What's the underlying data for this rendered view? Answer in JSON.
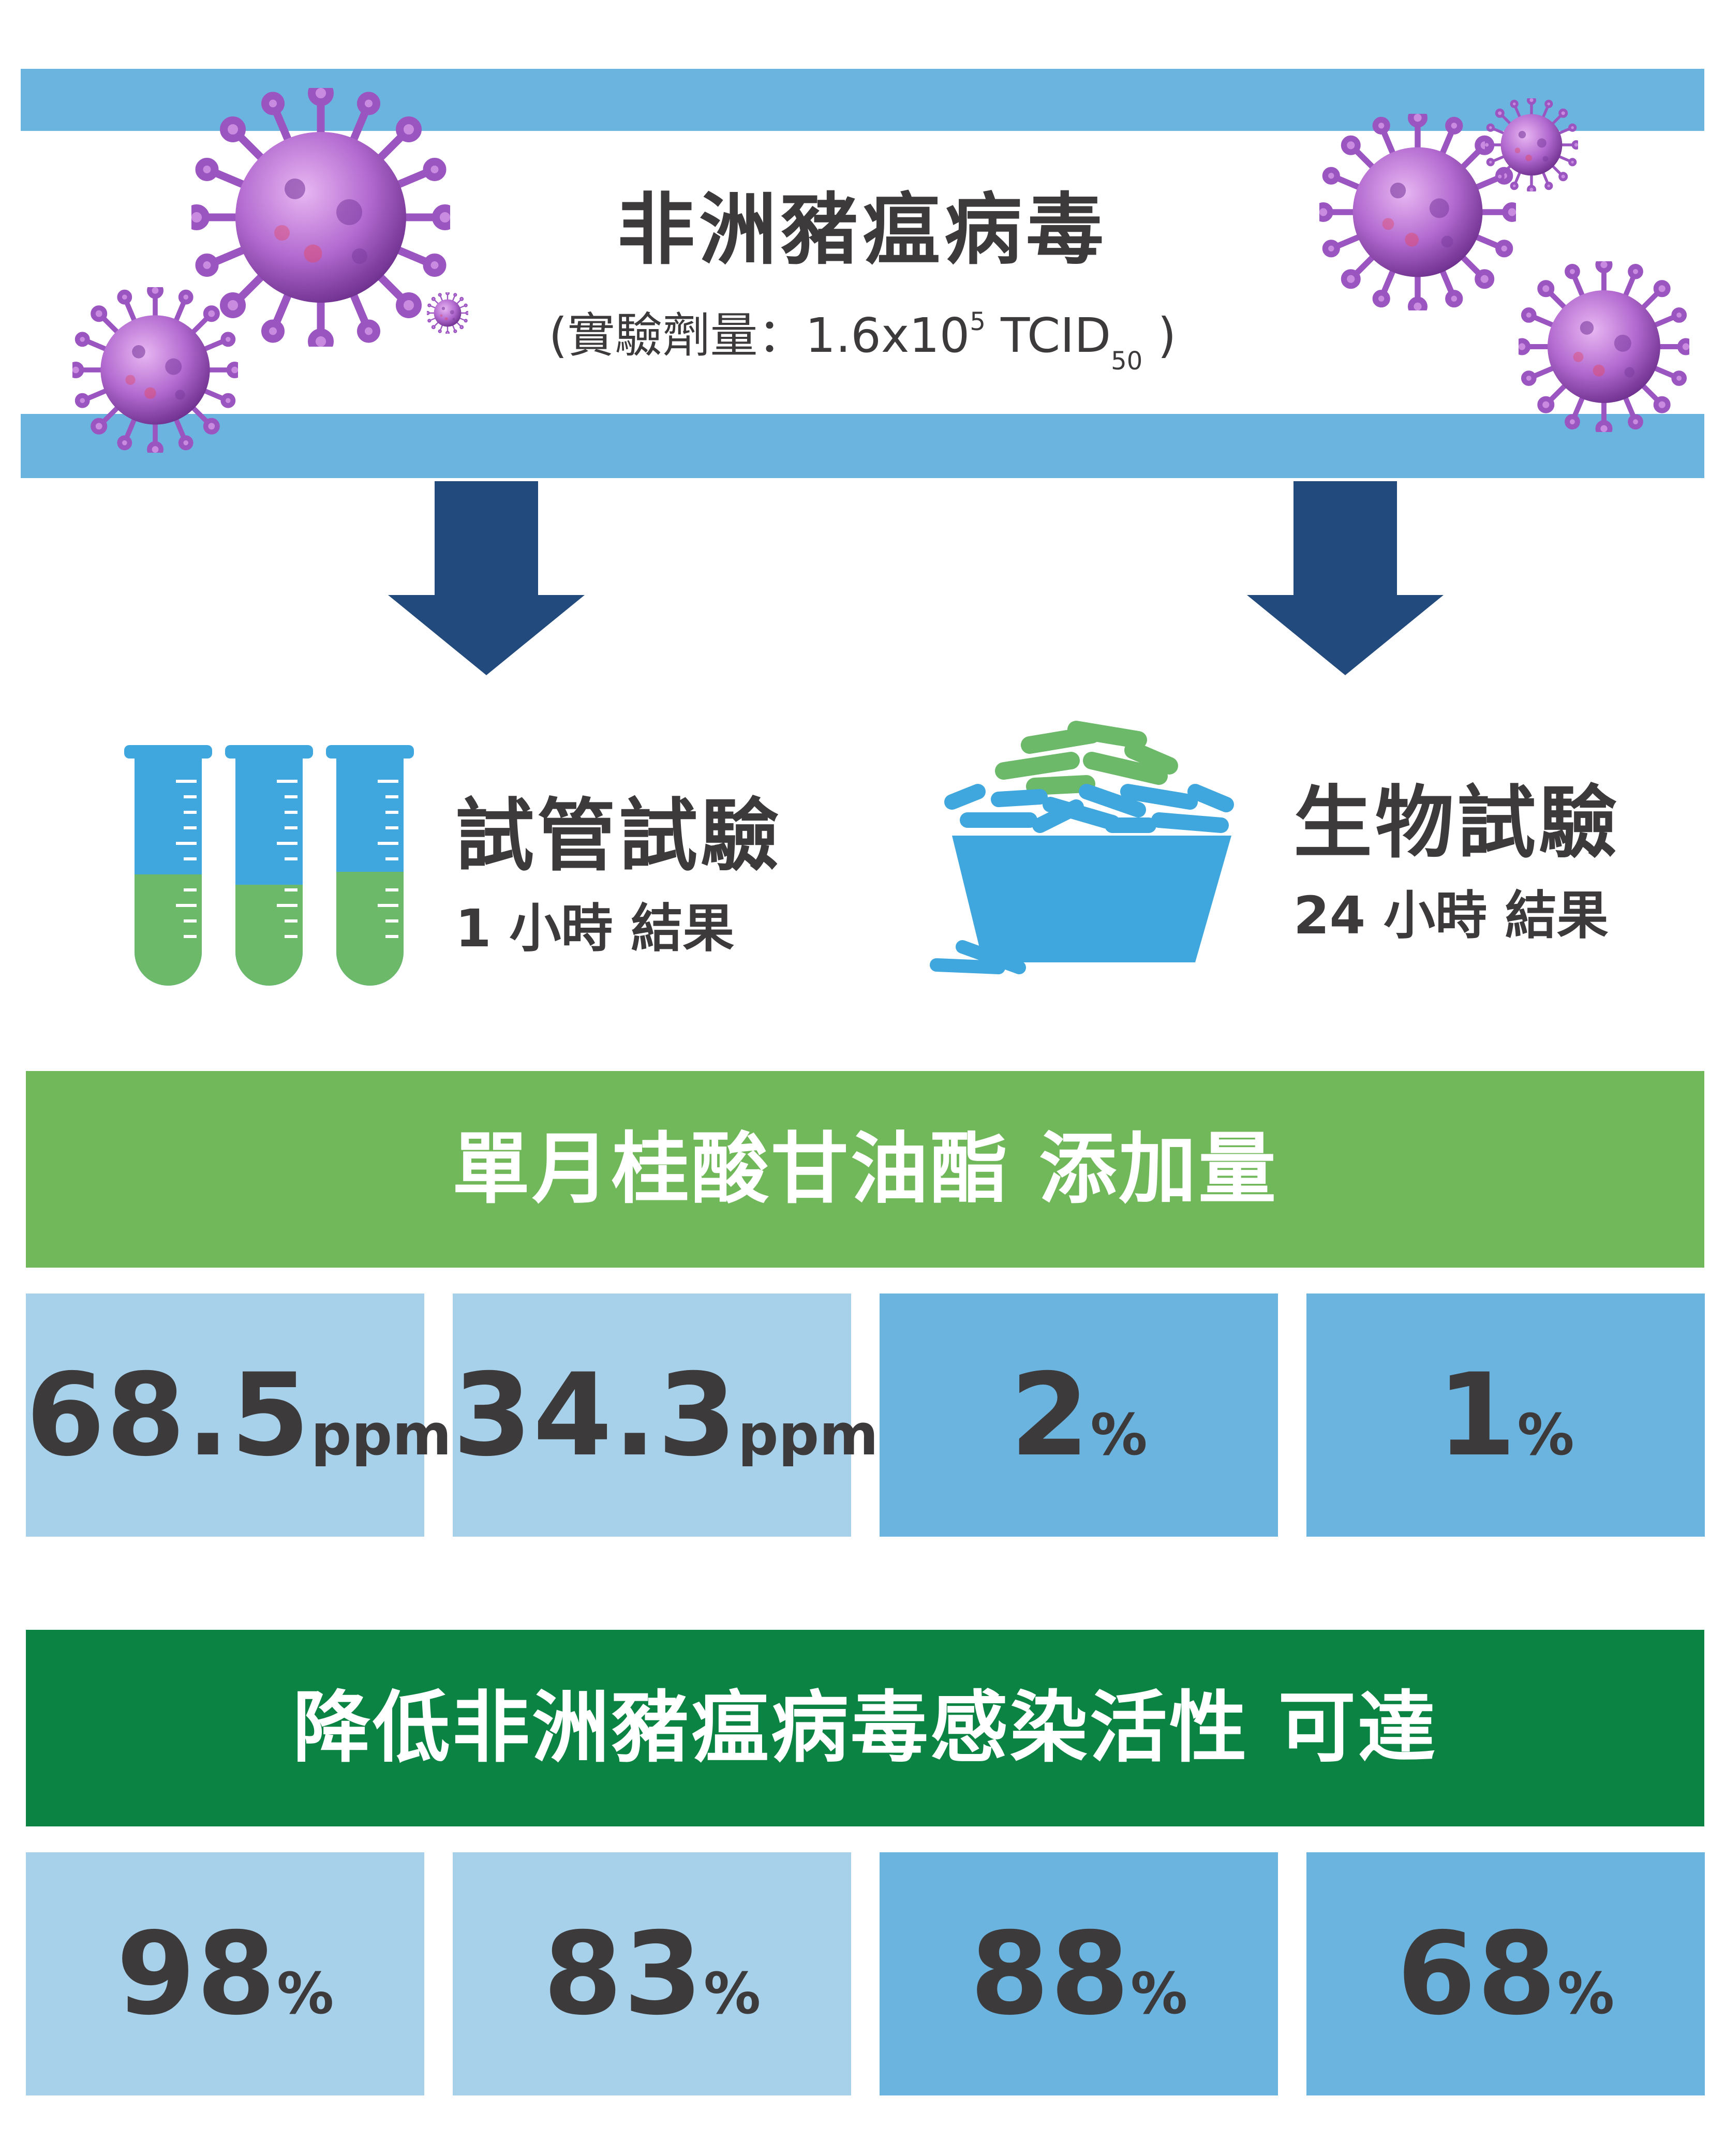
{
  "header": {
    "title": "非洲豬瘟病毒",
    "subtitle_prefix": "(實驗劑量：1.6x10",
    "subtitle_sup": "5",
    "subtitle_mid": " TCID",
    "subtitle_sub": "50",
    "subtitle_suffix": " )"
  },
  "tests": [
    {
      "title": "試管試驗",
      "subtitle": "1 小時 結果"
    },
    {
      "title": "生物試驗",
      "subtitle": "24 小時 結果"
    }
  ],
  "dosage": {
    "heading": "單月桂酸甘油酯 添加量",
    "cells": [
      {
        "value": "68.5",
        "unit": "ppm"
      },
      {
        "value": "34.3",
        "unit": "ppm"
      },
      {
        "value": "2",
        "unit": "%"
      },
      {
        "value": "1",
        "unit": "%"
      }
    ]
  },
  "result": {
    "heading": "降低非洲豬瘟病毒感染活性 可達",
    "cells": [
      {
        "value": "98",
        "unit": "%"
      },
      {
        "value": "83",
        "unit": "%"
      },
      {
        "value": "88",
        "unit": "%"
      },
      {
        "value": "68",
        "unit": "%"
      }
    ]
  },
  "colors": {
    "band_blue": "#6cb4e0",
    "light_blue": "#a7d1eb",
    "arrow_navy": "#234a7c",
    "light_green": "#70b85a",
    "dark_green": "#0b8443",
    "virus_purple": "#b36ad0",
    "text_dark": "#3d3a3b"
  }
}
